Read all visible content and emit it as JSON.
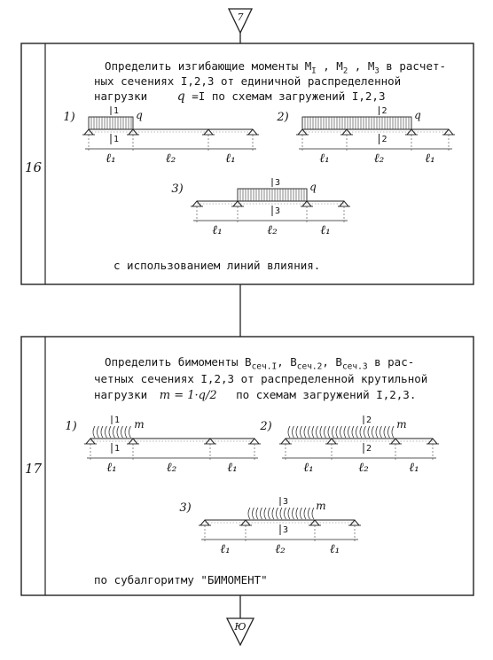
{
  "connector_top": {
    "label": "7"
  },
  "connector_bottom": {
    "label": "Ю"
  },
  "block16": {
    "number": "16",
    "text": {
      "line1": "Определить изгибающие моменты M",
      "sub1": "I",
      "sep1": " , M",
      "sub2": "2",
      "sep2": " , M",
      "sub3": "3",
      "tail1": "  в расчет-",
      "line2": "ных сечениях I,2,3 от единичной распределенной",
      "line3a": "нагрузки",
      "load_symbol": "q",
      "line3b": " =I по схемам загружений I,2,3",
      "footer": "с использованием линий влияния."
    },
    "diagrams": [
      {
        "label": "1)",
        "section": "1",
        "load": "q",
        "spans": [
          "ℓ₁",
          "ℓ₂",
          "ℓ₁"
        ]
      },
      {
        "label": "2)",
        "section": "2",
        "load": "q",
        "spans": [
          "ℓ₁",
          "ℓ₂",
          "ℓ₁"
        ]
      },
      {
        "label": "3)",
        "section": "3",
        "load": "q",
        "spans": [
          "ℓ₁",
          "ℓ₂",
          "ℓ₁"
        ]
      }
    ]
  },
  "block17": {
    "number": "17",
    "text": {
      "line1": "Определить бимоменты B",
      "sub1": "сеч.I",
      "sep1": ", B",
      "sub2": "сеч.2",
      "sep2": ", B",
      "sub3": "сеч.3",
      "tail1": "  в рас-",
      "line2": "четных сечениях I,2,3 от распределенной крутильной",
      "line3a": "нагрузки",
      "load_formula": "m = 1·q/2",
      "line3b": "по схемам загружений I,2,3.",
      "footer": "по субалгоритму \"БИМОМЕНТ\""
    },
    "diagrams": [
      {
        "label": "1)",
        "section": "1",
        "load": "m",
        "spans": [
          "ℓ₁",
          "ℓ₂",
          "ℓ₁"
        ]
      },
      {
        "label": "2)",
        "section": "2",
        "load": "m",
        "spans": [
          "ℓ₁",
          "ℓ₂",
          "ℓ₁"
        ]
      },
      {
        "label": "3)",
        "section": "3",
        "load": "m",
        "spans": [
          "ℓ₁",
          "ℓ₂",
          "ℓ₁"
        ]
      }
    ]
  }
}
